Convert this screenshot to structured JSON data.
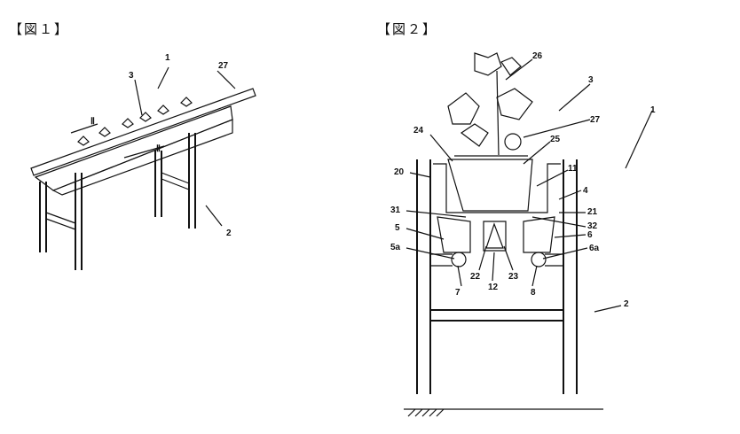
{
  "figures": [
    {
      "title": "【図１】",
      "labels": [
        "1",
        "27",
        "3",
        "Ⅱ",
        "Ⅱ",
        "2"
      ]
    },
    {
      "title": "【図２】",
      "labels": [
        "26",
        "3",
        "27",
        "1",
        "25",
        "24",
        "20",
        "11",
        "4",
        "21",
        "31",
        "32",
        "5",
        "6",
        "5a",
        "6a",
        "22",
        "23",
        "12",
        "7",
        "8",
        "2"
      ]
    }
  ]
}
